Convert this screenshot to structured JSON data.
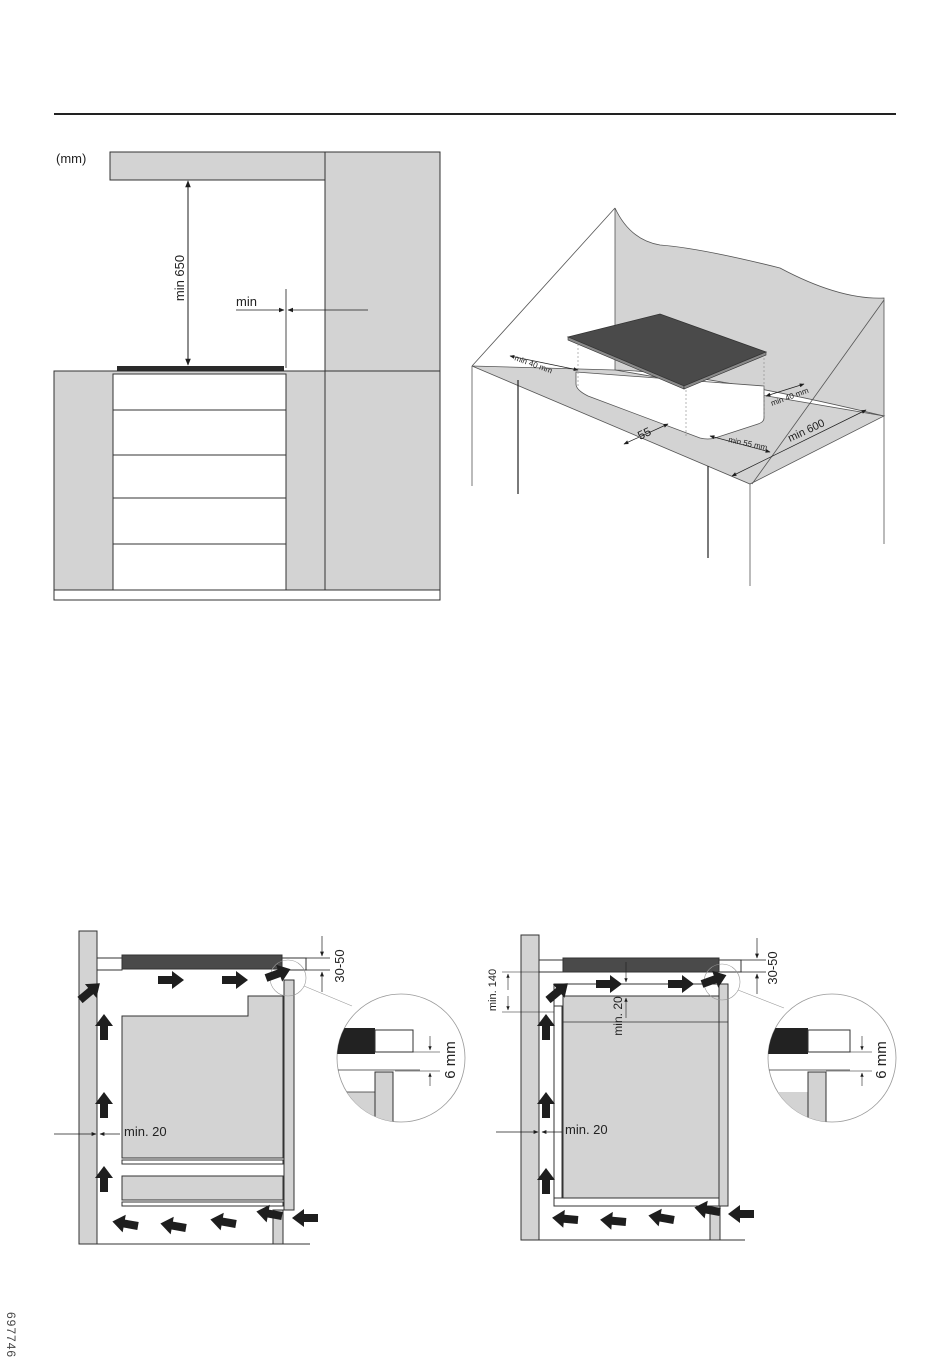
{
  "page_code": "697746",
  "top_left": {
    "unit_label": "(mm)",
    "height_label": "min 650",
    "side_label": "min"
  },
  "top_right": {
    "label_back": "min 40 mm",
    "label_right": "min 40 mm",
    "label_front": "min 55 mm",
    "label_55": "55",
    "label_depth": "min 600"
  },
  "bottom_left": {
    "gap_label": "30-50",
    "side_label": "min. 20",
    "detail_label": "6 mm"
  },
  "bottom_right": {
    "gap_label": "30-50",
    "top_label": "min. 140",
    "inner_label": "min. 20",
    "side_label": "min. 20",
    "detail_label": "6 mm"
  },
  "colors": {
    "cabinet_grey": "#d3d3d3",
    "hob_dark": "#4a4a4a",
    "line": "#1e1e1e",
    "arrow": "#1e1e1e"
  }
}
